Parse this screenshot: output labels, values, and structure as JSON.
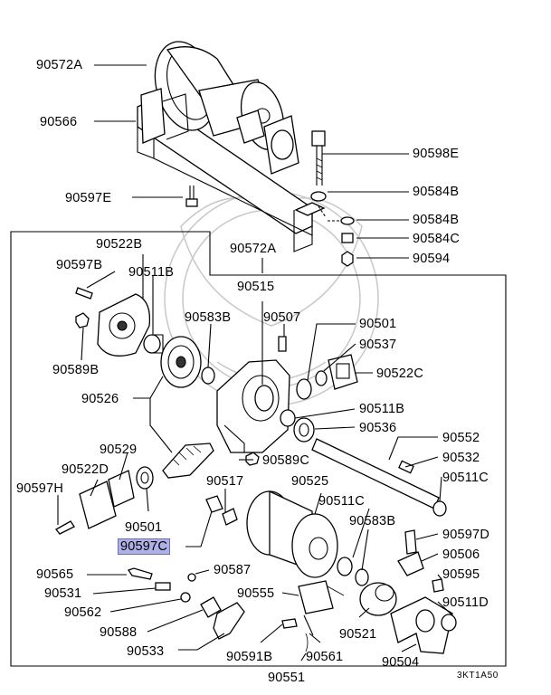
{
  "labels": {
    "p90572A_top": "90572A",
    "p90566": "90566",
    "p90598E": "90598E",
    "p90584B_a": "90584B",
    "p90597E": "90597E",
    "p90584B_b": "90584B",
    "p90584C": "90584C",
    "p90594": "90594",
    "p90522B": "90522B",
    "p90572A_box": "90572A",
    "p90597B": "90597B",
    "p90511B_a": "90511B",
    "p90515": "90515",
    "p90583B_a": "90583B",
    "p90507": "90507",
    "p90501_a": "90501",
    "p90537": "90537",
    "p90589B": "90589B",
    "p90522C": "90522C",
    "p90526": "90526",
    "p90511B_b": "90511B",
    "p90536": "90536",
    "p90552": "90552",
    "p90529": "90529",
    "p90589C": "90589C",
    "p90532": "90532",
    "p90522D": "90522D",
    "p90517": "90517",
    "p90525": "90525",
    "p90511C_a": "90511C",
    "p90597H": "90597H",
    "p90511C_b": "90511C",
    "p90501_b": "90501",
    "p90583B_b": "90583B",
    "p90597D": "90597D",
    "p90597C": "90597C",
    "p90506": "90506",
    "p90565": "90565",
    "p90587": "90587",
    "p90595": "90595",
    "p90531": "90531",
    "p90555": "90555",
    "p90511D": "90511D",
    "p90562": "90562",
    "p90521": "90521",
    "p90588": "90588",
    "p90533": "90533",
    "p90591B": "90591B",
    "p90561": "90561",
    "p90504": "90504",
    "p90551": "90551"
  },
  "highlighted": "p90597C",
  "drawing_code": "3KT1A50",
  "colors": {
    "highlight": "#aeb0e6",
    "ink": "#000000",
    "watermark": "#c8c8c8"
  }
}
